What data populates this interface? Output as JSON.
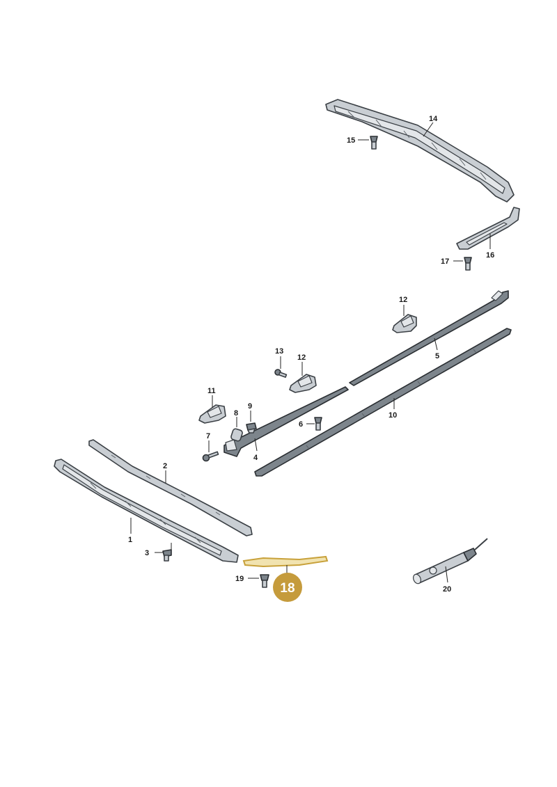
{
  "diagram": {
    "highlight_color": "#c59b3c",
    "callouts": {
      "c1": "1",
      "c2": "2",
      "c3": "3",
      "c4": "4",
      "c5": "5",
      "c6": "6",
      "c7": "7",
      "c8": "8",
      "c9": "9",
      "c10": "10",
      "c11": "11",
      "c12a": "12",
      "c12b": "12",
      "c13": "13",
      "c14": "14",
      "c15": "15",
      "c16": "16",
      "c17": "17",
      "c18": "18",
      "c19": "19",
      "c20": "20"
    }
  }
}
